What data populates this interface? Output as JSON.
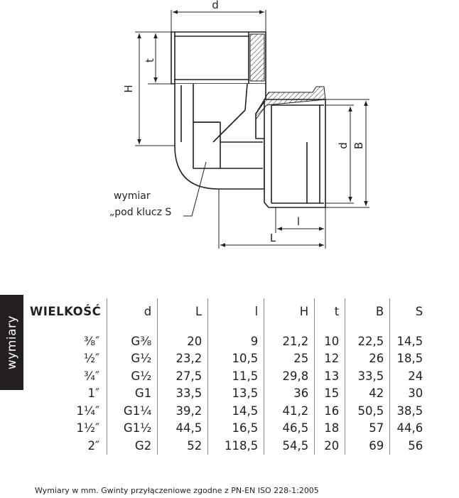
{
  "drawing": {
    "dim_d_top": "d",
    "dim_t": "t",
    "dim_H": "H",
    "dim_d_right": "d",
    "dim_B": "B",
    "dim_l": "l",
    "dim_L": "L",
    "callout_line1": "wymiar",
    "callout_line2": "„pod klucz S"
  },
  "side_label": "wymiary",
  "table": {
    "headers": [
      "WIELKOŚĆ",
      "d",
      "L",
      "l",
      "H",
      "t",
      "B",
      "S"
    ],
    "rows": [
      [
        "⅜″",
        "G⅜",
        "20",
        "9",
        "21,2",
        "10",
        "22,5",
        "14,5"
      ],
      [
        "½″",
        "G½",
        "23,2",
        "10,5",
        "25",
        "12",
        "26",
        "18,5"
      ],
      [
        "¾″",
        "G½",
        "27,5",
        "11,5",
        "29,8",
        "13",
        "33,5",
        "24"
      ],
      [
        "1″",
        "G1",
        "33,5",
        "13,5",
        "36",
        "15",
        "42",
        "30"
      ],
      [
        "1¼″",
        "G1¼",
        "39,2",
        "14,5",
        "41,2",
        "16",
        "50,5",
        "38,5"
      ],
      [
        "1½″",
        "G1½",
        "44,5",
        "16,5",
        "46,5",
        "18",
        "57",
        "44,6"
      ],
      [
        "2″",
        "G2",
        "52",
        "118,5",
        "54,5",
        "20",
        "69",
        "56"
      ]
    ]
  },
  "footnote": "Wymiary w mm. Gwinty przyłączeniowe zgodne z PN-EN ISO 228-1:2005"
}
